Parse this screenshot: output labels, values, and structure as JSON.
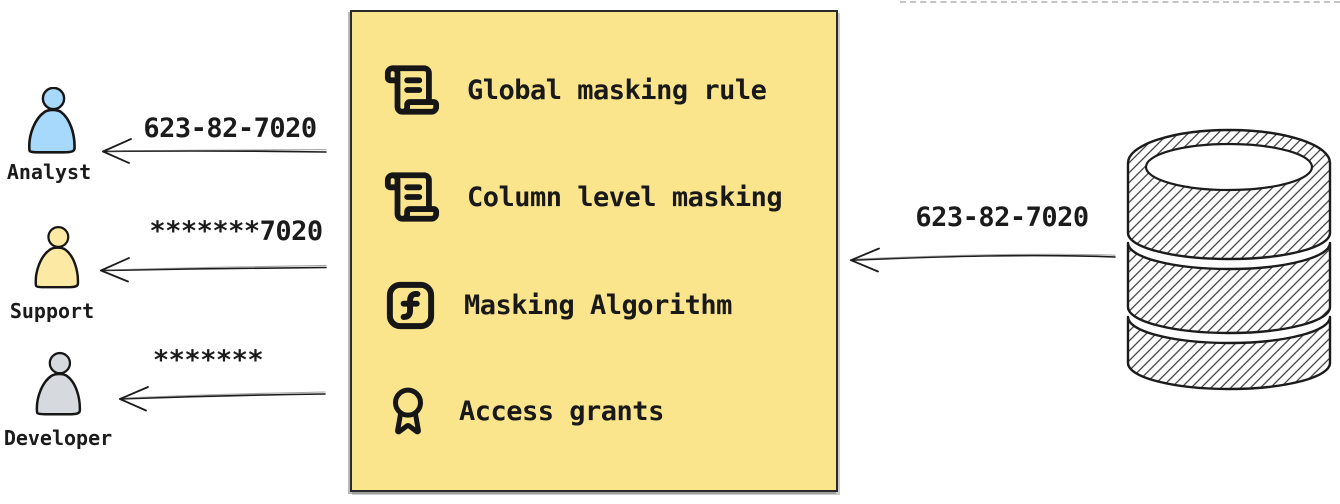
{
  "ink": "#1B1B1B",
  "policy_box": {
    "fill": "#FAE58C",
    "border": "#2A2A2A",
    "items": [
      {
        "icon": "scroll-text",
        "label": "Global masking rule"
      },
      {
        "icon": "scroll-text",
        "label": "Column level masking"
      },
      {
        "icon": "function-square",
        "label": "Masking Algorithm"
      },
      {
        "icon": "award",
        "label": "Access grants"
      }
    ]
  },
  "consumers": [
    {
      "role": "Analyst",
      "received_value": "623-82-7020",
      "fill": "#A7D9FC"
    },
    {
      "role": "Support",
      "received_value": "*******7020",
      "fill": "#FCE9A4"
    },
    {
      "role": "Developer",
      "received_value": "*******",
      "fill": "#D6DADF"
    }
  ],
  "database": {
    "outgoing_value": "623-82-7020"
  }
}
